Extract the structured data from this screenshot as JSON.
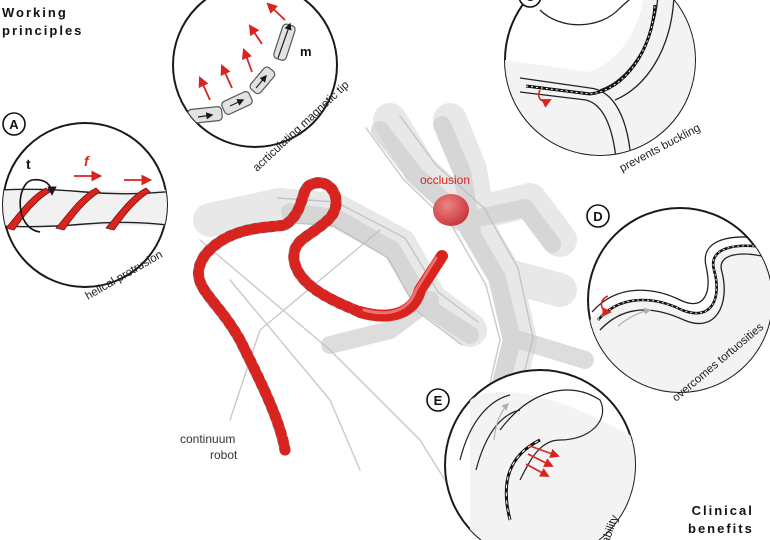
{
  "headings": {
    "working_principles_line1": "Working",
    "working_principles_line2": "principles",
    "clinical_benefits_line1": "Clinical",
    "clinical_benefits_line2": "benefits"
  },
  "panels": {
    "A": {
      "badge": "A",
      "caption": "helical protrusion",
      "torque_label": "t",
      "force_label": "f"
    },
    "B": {
      "caption": "acrticulating magnetic tip",
      "moment_label": "m"
    },
    "C": {
      "badge": "C",
      "caption": "prevents buckling"
    },
    "D": {
      "badge": "D",
      "caption": "overcomes tortuosities"
    },
    "E": {
      "badge": "E",
      "caption": "rability"
    }
  },
  "center": {
    "occlusion_label": "occlusion",
    "robot_label_line1": "continuum",
    "robot_label_line2": "robot"
  },
  "colors": {
    "accent_red": "#d8231f",
    "vessel_grey": "#d9d9d9",
    "robot_grey": "#9a9a9a",
    "outline": "#1a1a1a"
  }
}
